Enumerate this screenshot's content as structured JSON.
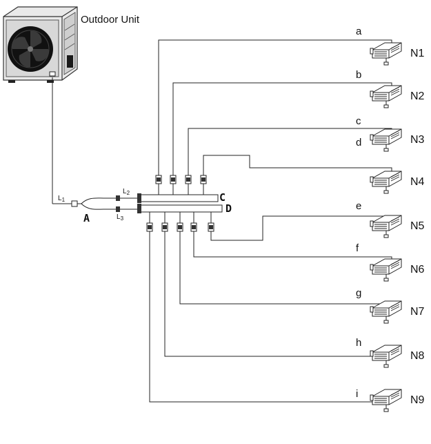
{
  "outdoor_unit": {
    "label": "Outdoor Unit"
  },
  "joint_labels": {
    "branch_joint": "A",
    "header_gas": "C",
    "header_liquid": "D"
  },
  "pipe_segments": {
    "main": "L1",
    "upper": "L2",
    "lower": "L3"
  },
  "branch_letters": [
    "a",
    "b",
    "c",
    "d",
    "e",
    "f",
    "g",
    "h",
    "i"
  ],
  "indoor_units": [
    "N1",
    "N2",
    "N3",
    "N4",
    "N5",
    "N6",
    "N7",
    "N8",
    "N9"
  ]
}
